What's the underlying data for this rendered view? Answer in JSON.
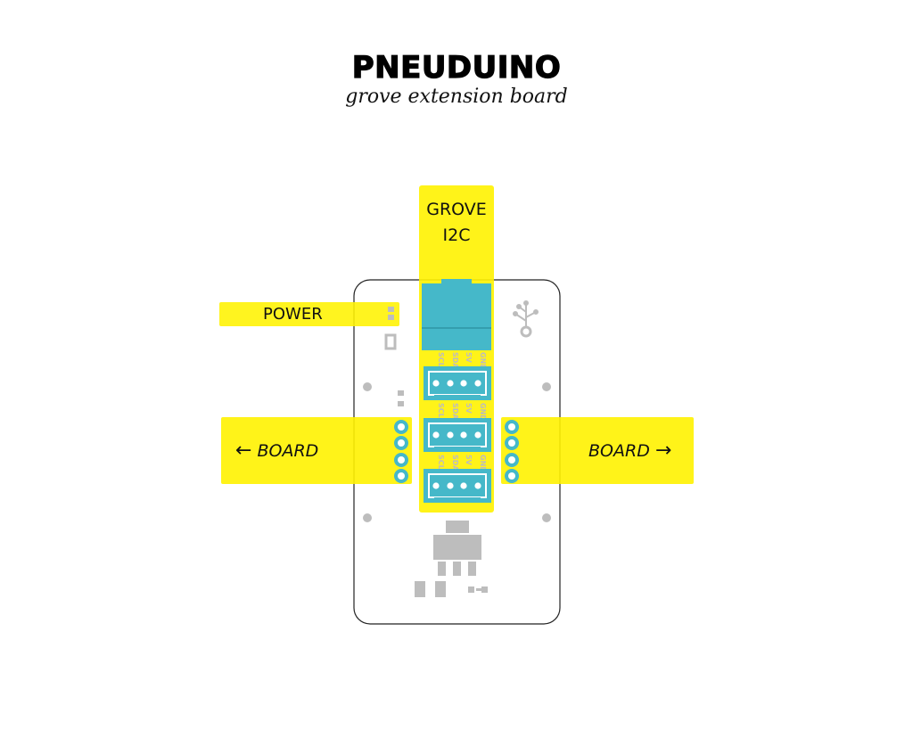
{
  "title": "PNEUDUINO",
  "subtitle": "grove extension board",
  "labels": {
    "grove_line1": "GROVE",
    "grove_line2": "I2C",
    "power": "POWER",
    "board_left": "BOARD",
    "board_right": "BOARD",
    "arrow_left": "←",
    "arrow_right": "→"
  },
  "pin_labels": [
    "SCL",
    "SDA",
    "5V",
    "GND"
  ],
  "colors": {
    "yellow": "#FFF200",
    "teal": "#45B8C9",
    "pcb_gray": "#BDBDBD",
    "outline": "#222222"
  }
}
